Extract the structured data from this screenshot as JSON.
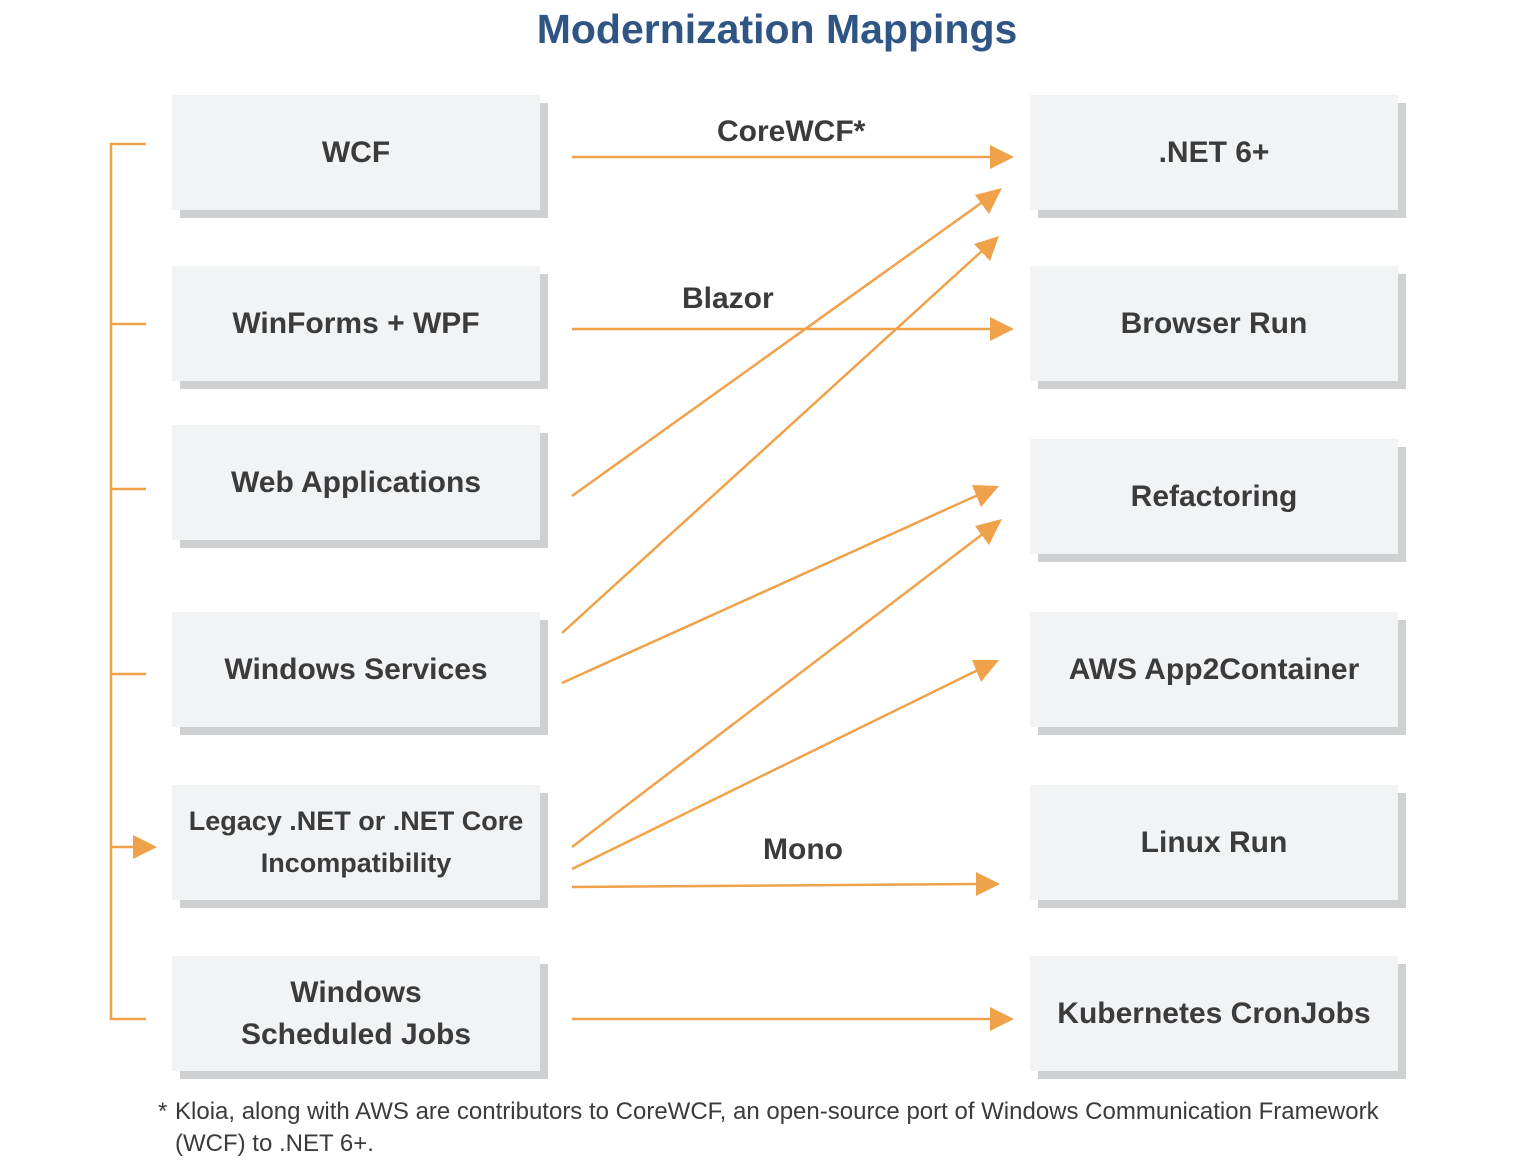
{
  "title": "Modernization Mappings",
  "sources": [
    {
      "id": "wcf",
      "lines": [
        "WCF"
      ]
    },
    {
      "id": "winforms",
      "lines": [
        "WinForms + WPF"
      ]
    },
    {
      "id": "webapps",
      "lines": [
        "Web Applications"
      ]
    },
    {
      "id": "winservices",
      "lines": [
        "Windows Services"
      ]
    },
    {
      "id": "legacy",
      "lines": [
        "Legacy .NET or .NET Core",
        "Incompatibility"
      ]
    },
    {
      "id": "scheduled",
      "lines": [
        "Windows",
        "Scheduled Jobs"
      ]
    }
  ],
  "targets": [
    {
      "id": "net6",
      "lines": [
        ".NET 6+"
      ]
    },
    {
      "id": "browser",
      "lines": [
        "Browser Run"
      ]
    },
    {
      "id": "refactoring",
      "lines": [
        "Refactoring"
      ]
    },
    {
      "id": "app2container",
      "lines": [
        "AWS App2Container"
      ]
    },
    {
      "id": "linux",
      "lines": [
        "Linux Run"
      ]
    },
    {
      "id": "cronjobs",
      "lines": [
        "Kubernetes CronJobs"
      ]
    }
  ],
  "edge_labels": {
    "corewcf": "CoreWCF*",
    "blazor": "Blazor",
    "mono": "Mono"
  },
  "connections": [
    {
      "from": "wcf",
      "to": "net6",
      "label": "CoreWCF*"
    },
    {
      "from": "winforms",
      "to": "browser",
      "label": "Blazor"
    },
    {
      "from": "webapps",
      "to": "net6"
    },
    {
      "from": "winservices",
      "to": "net6"
    },
    {
      "from": "winservices",
      "to": "refactoring"
    },
    {
      "from": "legacy",
      "to": "refactoring"
    },
    {
      "from": "legacy",
      "to": "app2container"
    },
    {
      "from": "legacy",
      "to": "linux",
      "label": "Mono"
    },
    {
      "from": "scheduled",
      "to": "cronjobs"
    }
  ],
  "footnote": {
    "marker": "*",
    "text": "Kloia, along with AWS are contributors to CoreWCF, an open-source port of Windows Communication Framework (WCF) to .NET 6+."
  },
  "colors": {
    "arrow": "#f0a24a",
    "title": "#2f5584",
    "box": "#f2f3f5",
    "box_shadow": "#cfd0d2",
    "text": "#3b3b3b"
  }
}
